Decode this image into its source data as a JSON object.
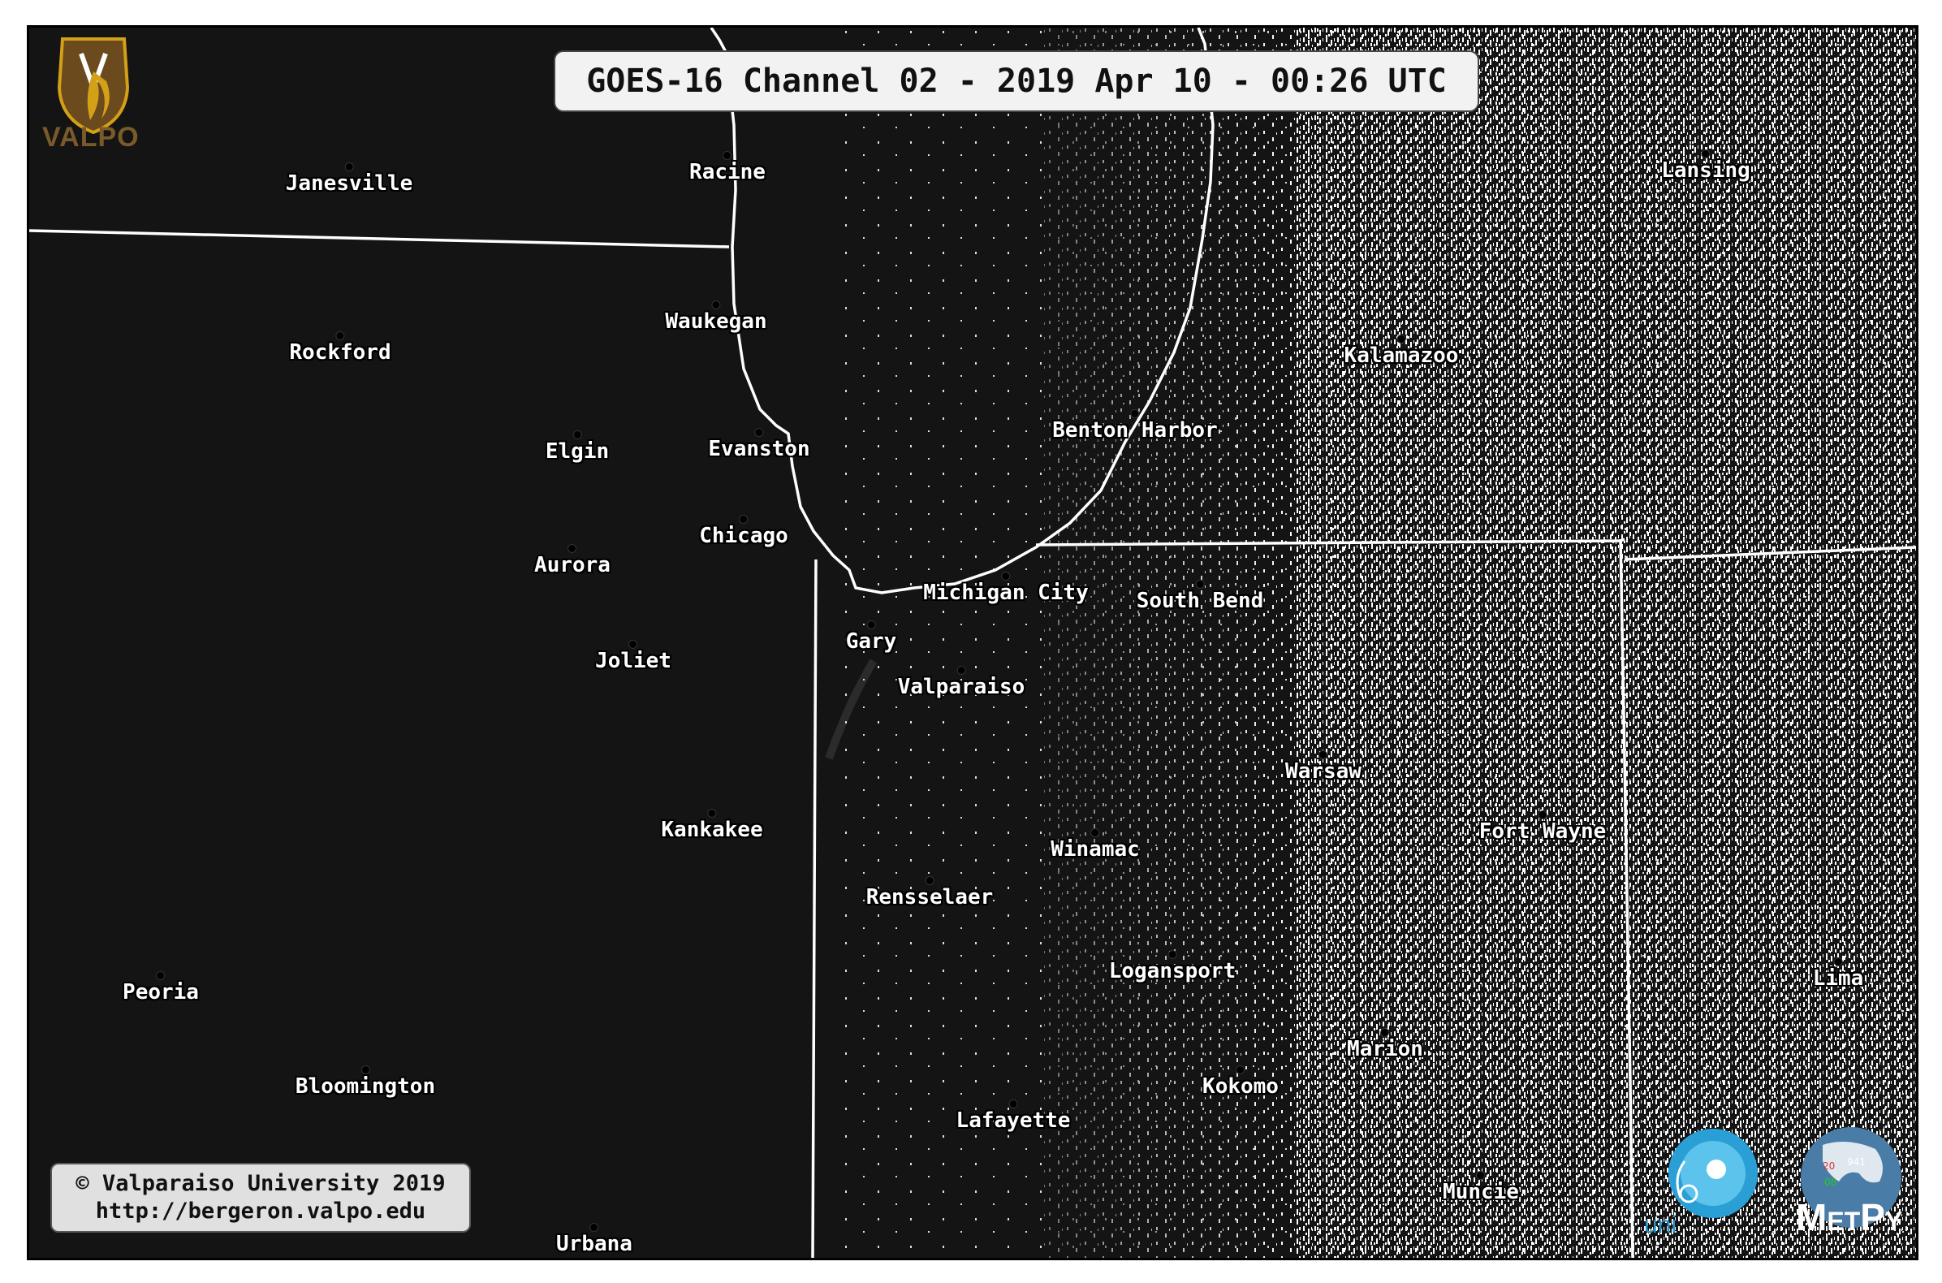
{
  "title": "GOES-16 Channel 02 - 2019 Apr 10 - 00:26 UTC",
  "copyright": {
    "line1": "© Valparaiso University 2019",
    "line2": "http://bergeron.valpo.edu"
  },
  "logos": {
    "valpo": "VALPO",
    "unidata": "uni",
    "metpy": "MetPy"
  },
  "colors": {
    "background": "#141414",
    "borders": "#ffffff",
    "label_text": "#ffffff",
    "valpo_gold": "#d4a017",
    "valpo_brown": "#6b4a1e",
    "unidata_blue": "#2a8fc6"
  },
  "cities": [
    {
      "name": "Janesville"
    },
    {
      "name": "Racine"
    },
    {
      "name": "Rockford"
    },
    {
      "name": "Waukegan"
    },
    {
      "name": "Elgin"
    },
    {
      "name": "Evanston"
    },
    {
      "name": "Aurora"
    },
    {
      "name": "Chicago"
    },
    {
      "name": "Joliet"
    },
    {
      "name": "Gary"
    },
    {
      "name": "Michigan City"
    },
    {
      "name": "South Bend"
    },
    {
      "name": "Valparaiso"
    },
    {
      "name": "Benton Harbor"
    },
    {
      "name": "Kalamazoo"
    },
    {
      "name": "Lansing"
    },
    {
      "name": "Kankakee"
    },
    {
      "name": "Warsaw"
    },
    {
      "name": "Winamac"
    },
    {
      "name": "Fort Wayne"
    },
    {
      "name": "Rensselaer"
    },
    {
      "name": "Peoria"
    },
    {
      "name": "Logansport"
    },
    {
      "name": "Lima"
    },
    {
      "name": "Marion"
    },
    {
      "name": "Bloomington"
    },
    {
      "name": "Kokomo"
    },
    {
      "name": "Lafayette"
    },
    {
      "name": "Muncie"
    },
    {
      "name": "Urbana"
    }
  ]
}
